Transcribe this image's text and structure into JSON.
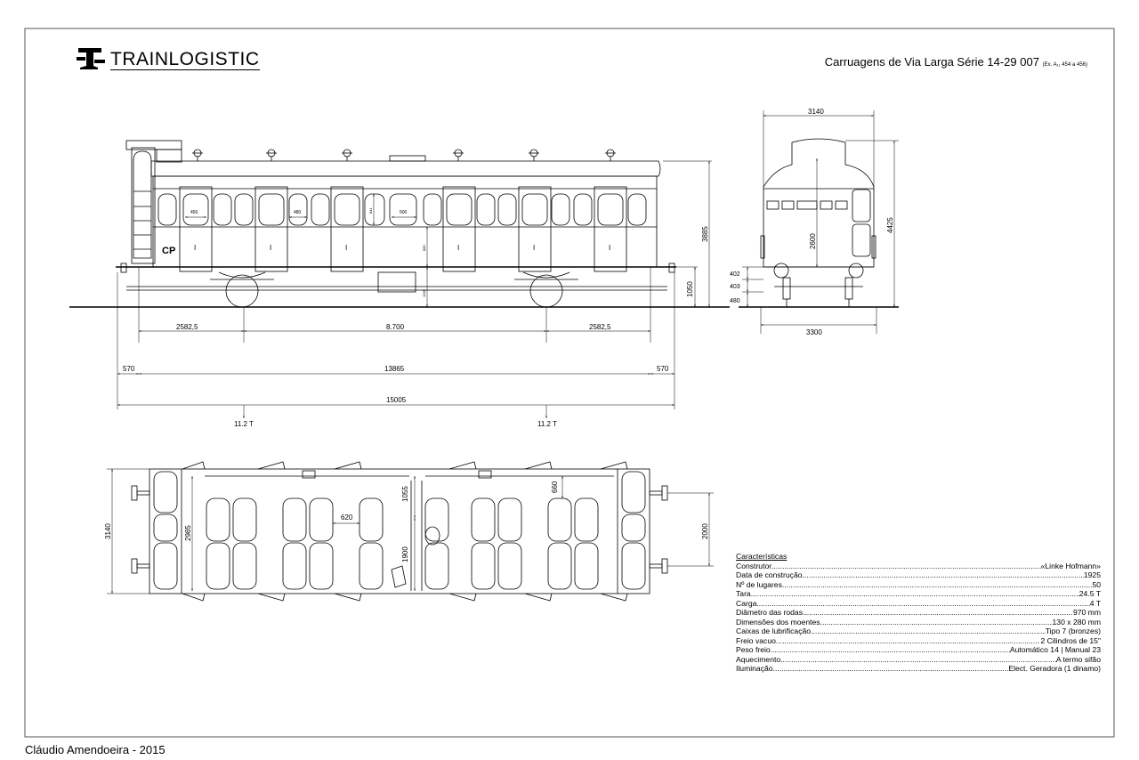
{
  "brand": {
    "name": "TRAINLOGISTIC"
  },
  "title": {
    "main": "Carruagens de Via Larga Série 14-29 007",
    "note": "(Ex. A₁₁ 454 a 456)"
  },
  "author": "Cláudio Amendoeira - 2015",
  "side_view": {
    "car_marking": "CP",
    "class_mark": "I",
    "dims": {
      "total_height": "3885",
      "floor_height": "1050",
      "window_450": "450",
      "window_480": "480",
      "window_500": "500",
      "window_841": "841",
      "door_880": "880",
      "door_1285": "1285",
      "bogie_end_left": "2582,5",
      "bogie_center": "8.700",
      "bogie_end_right": "2582,5",
      "buffer_left": "570",
      "body_length": "13865",
      "buffer_right": "570",
      "total_length": "15005",
      "axle_load_left": "11.2 T",
      "axle_load_right": "11.2 T"
    }
  },
  "end_view": {
    "dims": {
      "width_top": "3140",
      "height_total": "4425",
      "height_2600": "2600",
      "d402": "402",
      "d403": "403",
      "d480": "480",
      "base_width": "3300"
    }
  },
  "plan_view": {
    "dims": {
      "width": "3140",
      "inner_width": "2985",
      "d1055": "1055",
      "d1900": "1900",
      "d620": "620",
      "d660": "660",
      "buffer_spacing": "2000"
    }
  },
  "specs": {
    "heading": "Características",
    "rows": [
      {
        "label": "Construtor",
        "value": "«Linke Hofmann»"
      },
      {
        "label": "Data de construção",
        "value": "1925"
      },
      {
        "label": "Nº de lugares",
        "value": "50"
      },
      {
        "label": "Tara",
        "value": "24.5 T"
      },
      {
        "label": "Carga",
        "value": "4 T"
      },
      {
        "label": "Diâmetro das rodas",
        "value": "970 mm"
      },
      {
        "label": "Dimensões dos moentes",
        "value": "130 x 280 mm"
      },
      {
        "label": "Caixas de lubrificação ",
        "value": "Tipo 7 (bronzes)"
      },
      {
        "label": "Freio vacuo",
        "value": "2 Cilindros de 15\""
      },
      {
        "label": "Peso freio",
        "value": "Automático 14 | Manual 23"
      },
      {
        "label": "Aquecimento",
        "value": "A termo sifão"
      },
      {
        "label": "Iluminação",
        "value": "Elect. Geradora (1 dinamo)"
      }
    ]
  }
}
